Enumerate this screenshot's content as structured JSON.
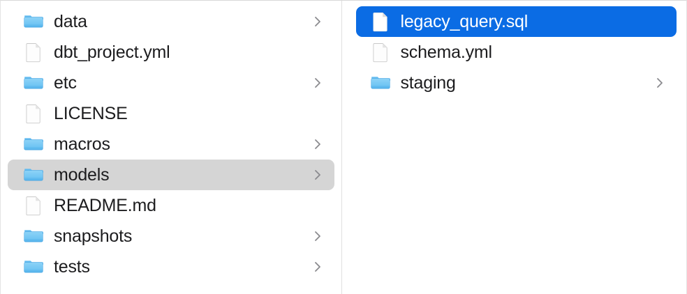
{
  "window": {
    "view_mode": "column",
    "accent_color": "#0b6ce4",
    "highlight_color": "#d5d5d5",
    "text_color": "#1c1c1e",
    "selected_text_color": "#ffffff",
    "divider_color": "#e0e0e0"
  },
  "columns": [
    {
      "name": "parent-column",
      "items": [
        {
          "label": "data",
          "kind": "folder",
          "icon": "folder-icon",
          "chevron": true,
          "state": "normal"
        },
        {
          "label": "dbt_project.yml",
          "kind": "file",
          "icon": "document-icon",
          "chevron": false,
          "state": "normal"
        },
        {
          "label": "etc",
          "kind": "folder",
          "icon": "folder-icon",
          "chevron": true,
          "state": "normal"
        },
        {
          "label": "LICENSE",
          "kind": "file",
          "icon": "document-icon",
          "chevron": false,
          "state": "normal"
        },
        {
          "label": "macros",
          "kind": "folder",
          "icon": "folder-icon",
          "chevron": true,
          "state": "normal"
        },
        {
          "label": "models",
          "kind": "folder",
          "icon": "folder-icon",
          "chevron": true,
          "state": "highlight"
        },
        {
          "label": "README.md",
          "kind": "file",
          "icon": "document-icon",
          "chevron": false,
          "state": "normal"
        },
        {
          "label": "snapshots",
          "kind": "folder",
          "icon": "folder-icon",
          "chevron": true,
          "state": "normal"
        },
        {
          "label": "tests",
          "kind": "folder",
          "icon": "folder-icon",
          "chevron": true,
          "state": "normal"
        }
      ]
    },
    {
      "name": "child-column",
      "items": [
        {
          "label": "legacy_query.sql",
          "kind": "file",
          "icon": "document-icon",
          "chevron": false,
          "state": "selected"
        },
        {
          "label": "schema.yml",
          "kind": "file",
          "icon": "document-icon",
          "chevron": false,
          "state": "normal"
        },
        {
          "label": "staging",
          "kind": "folder",
          "icon": "folder-icon",
          "chevron": true,
          "state": "normal"
        }
      ]
    }
  ]
}
